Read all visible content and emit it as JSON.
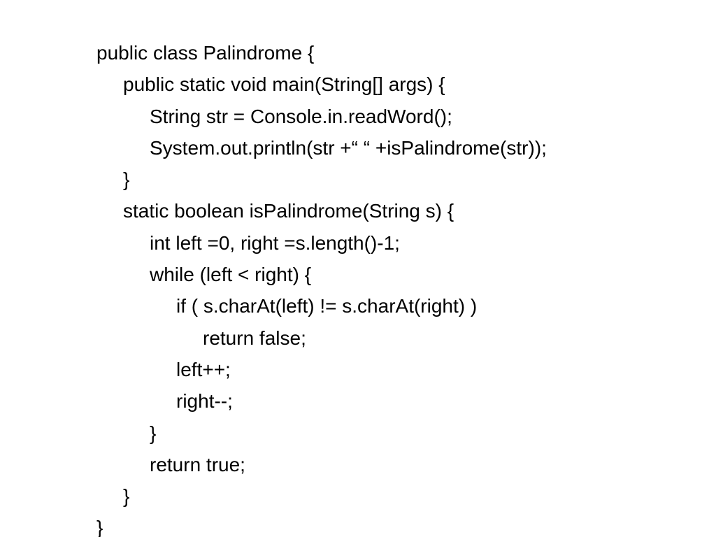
{
  "code": {
    "lines": [
      "public class Palindrome {",
      "public static void main(String[] args) {",
      "String str = Console.in.readWord();",
      "System.out.println(str +“ “ +isPalindrome(str));",
      "}",
      "static boolean isPalindrome(String s) {",
      "int left =0, right =s.length()-1;",
      "while (left < right) {",
      "if ( s.charAt(left) != s.charAt(right) )",
      "return false;",
      "left++;",
      "right--;",
      "}",
      "return true;",
      "}",
      "}"
    ]
  }
}
